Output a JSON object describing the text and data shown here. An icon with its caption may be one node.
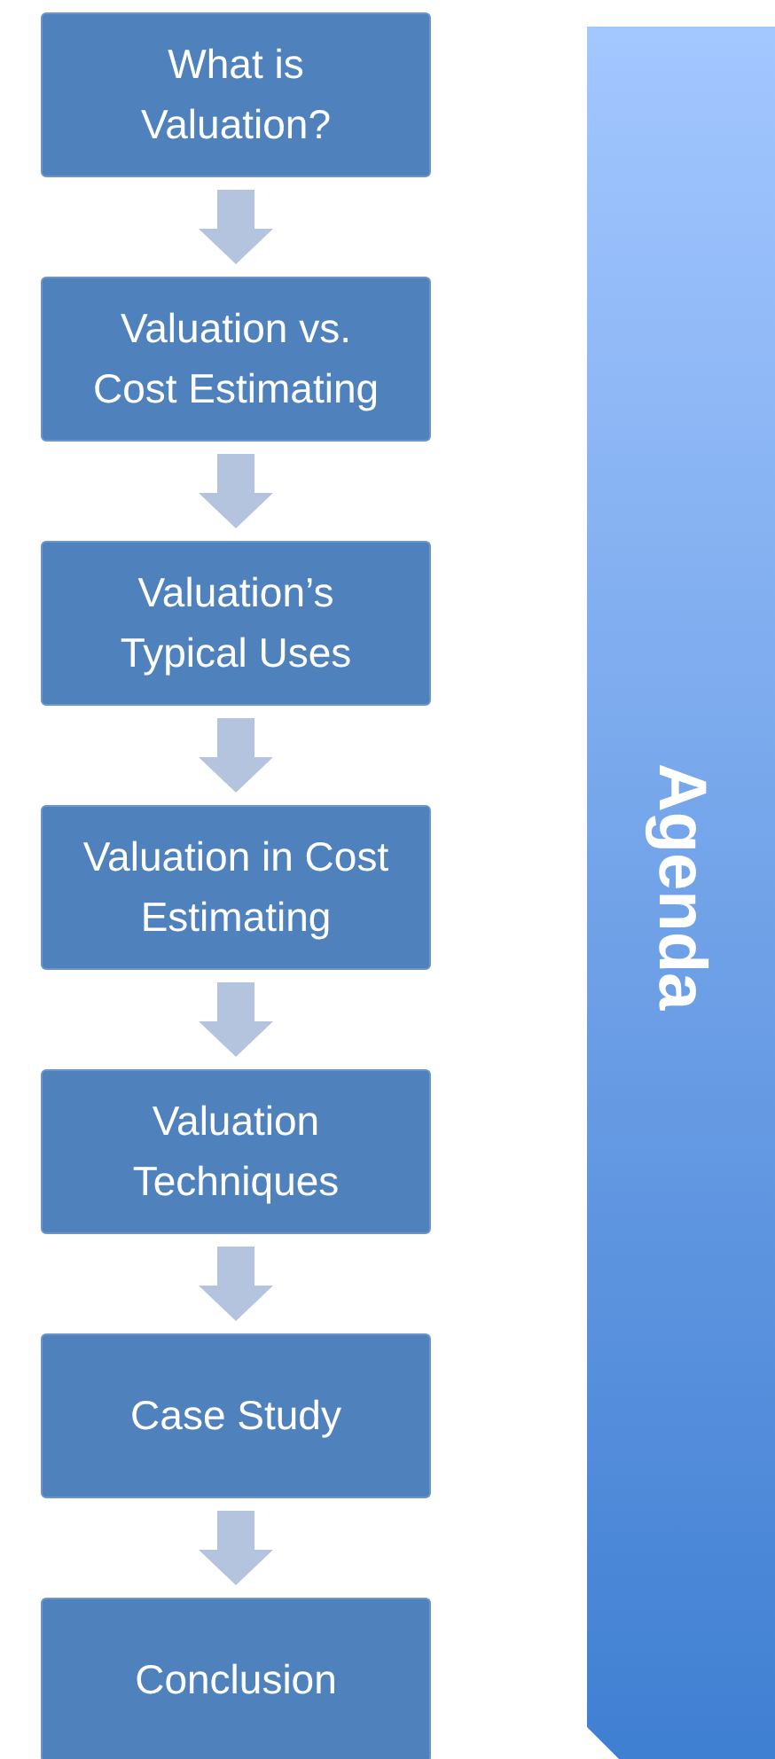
{
  "diagram": {
    "nodes": [
      {
        "text": [
          "What is Valuation?"
        ]
      },
      {
        "text": [
          "Valuation vs. Cost Estimating"
        ]
      },
      {
        "text": [
          "Valuation’s Typical Uses"
        ]
      },
      {
        "text": [
          "Valuation in Cost Estimating"
        ]
      },
      {
        "text": [
          "Valuation Techniques"
        ]
      },
      {
        "text": [
          "Case Study"
        ]
      },
      {
        "text": [
          "Conclusion"
        ]
      },
      {
        "text": [
          "Agenda"
        ]
      }
    ],
    "edges": [
      {
        "from": 0,
        "to": 1,
        "arrow": "to"
      },
      {
        "from": 1,
        "to": 2,
        "arrow": "to"
      },
      {
        "from": 2,
        "to": 3,
        "arrow": "to"
      },
      {
        "from": 3,
        "to": 4,
        "arrow": "to"
      },
      {
        "from": 4,
        "to": 5,
        "arrow": "to"
      },
      {
        "from": 5,
        "to": 6,
        "arrow": "to"
      }
    ]
  }
}
